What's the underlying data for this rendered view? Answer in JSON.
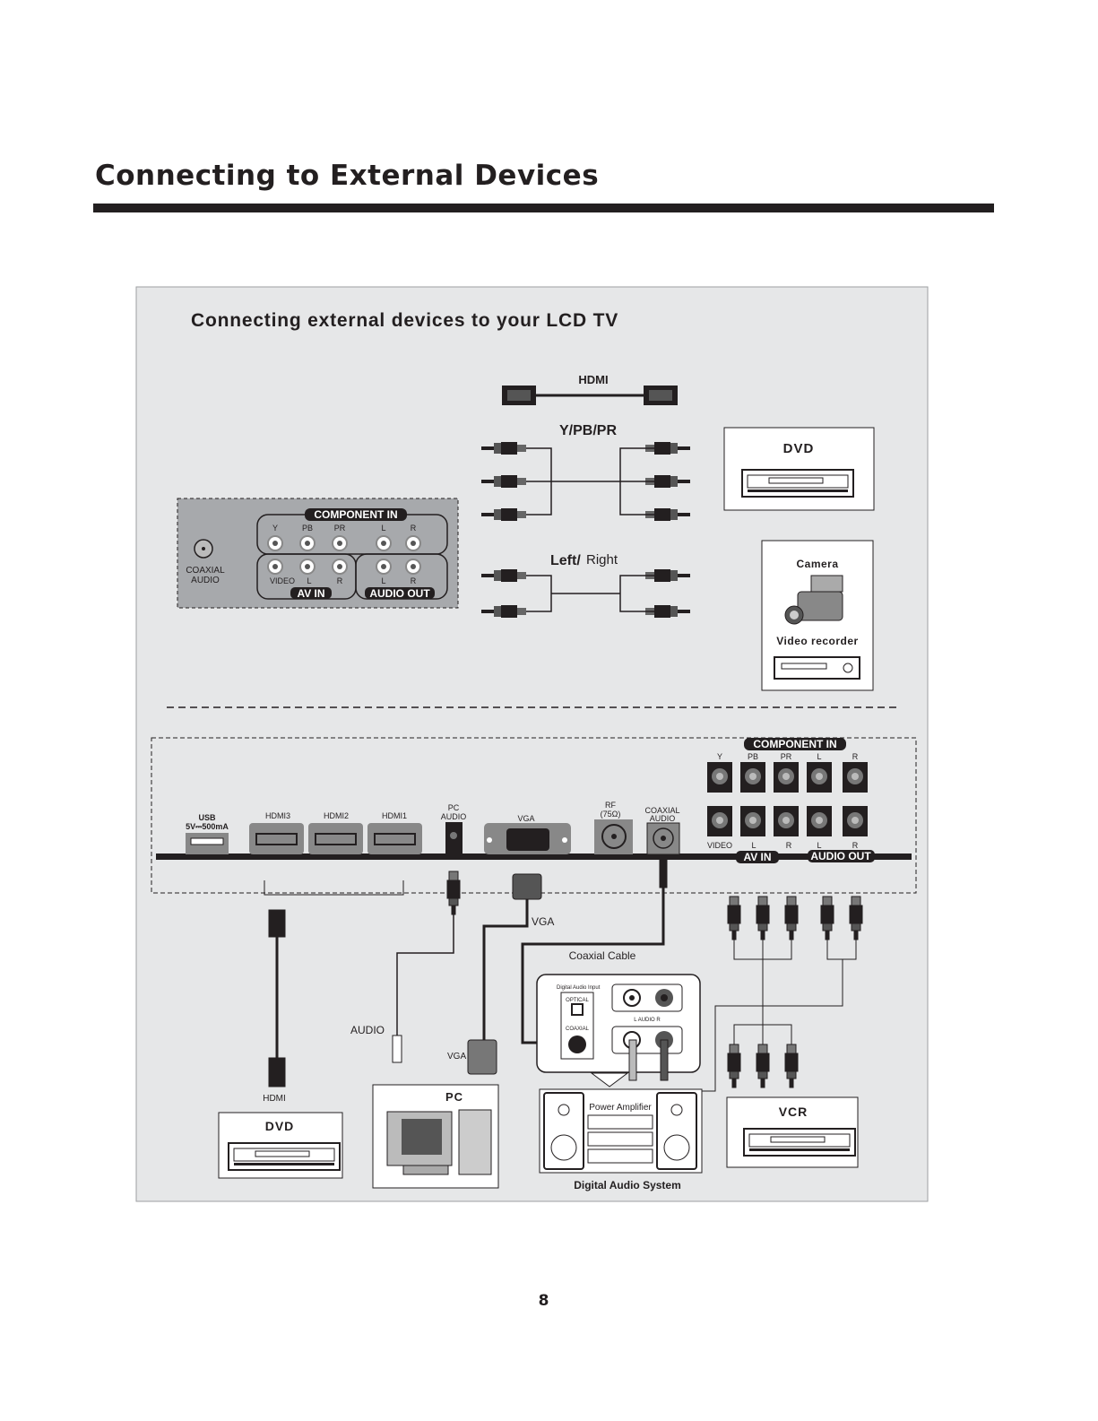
{
  "page": {
    "title": "Connecting to External Devices",
    "page_number": "8"
  },
  "diagram": {
    "subtitle": "Connecting external devices to your LCD TV",
    "cables": {
      "hdmi": "HDMI",
      "ypbpr": "Y/PB/PR",
      "left": "Left/",
      "right": "Right"
    },
    "side_panel": {
      "coaxial_audio": [
        "COAXIAL",
        "AUDIO"
      ],
      "component_in": "COMPONENT  IN",
      "component_labels": [
        "Y",
        "PB",
        "PR",
        "L",
        "R"
      ],
      "av_labels": [
        "VIDEO",
        "L",
        "R"
      ],
      "audio_out_labels": [
        "L",
        "R"
      ],
      "av_in": "AV  IN",
      "audio_out": "AUDIO OUT"
    },
    "top_devices": {
      "dvd": "DVD",
      "camera": "Camera",
      "video_recorder": "Video recorder"
    },
    "rear_panel": {
      "usb": [
        "USB",
        "5V⎓500mA"
      ],
      "hdmi_ports": [
        "HDMI3",
        "HDMI2",
        "HDMI1"
      ],
      "pc_audio": [
        "PC",
        "AUDIO"
      ],
      "vga": "VGA",
      "rf": [
        "RF",
        "(75Ω)"
      ],
      "coaxial_audio": [
        "COAXIAL",
        "AUDIO"
      ],
      "component_in": "COMPONENT  IN",
      "component_labels": [
        "Y",
        "PB",
        "PR",
        "L",
        "R"
      ],
      "bottom_labels": [
        "VIDEO",
        "L",
        "R",
        "L",
        "R"
      ],
      "av_in": "AV  IN",
      "audio_out": "AUDIO OUT"
    },
    "cable_labels": {
      "hdmi": "HDMI",
      "audio": "AUDIO",
      "vga_top": "VGA",
      "vga_bottom": "VGA",
      "coaxial_cable": "Coaxial Cable"
    },
    "bottom_devices": {
      "dvd": "DVD",
      "pc": "PC",
      "vcr": "VCR",
      "digital_audio_system": "Digital Audio System",
      "digital_audio_input": "Digital Audio Input",
      "optical": "OPTICAL",
      "coaxial": "COAXIAL",
      "audio_lr": "L    AUDIO    R",
      "power_amplifier": "Power Amplifier"
    }
  }
}
